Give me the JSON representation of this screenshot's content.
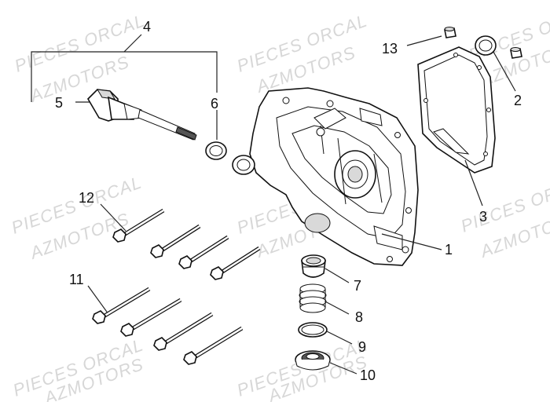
{
  "watermarks": [
    {
      "text": "PIECES ORCAL"
    },
    {
      "text": "AZMOTORS"
    },
    {
      "text": "PIECES ORCAL"
    },
    {
      "text": "AZMOTORS"
    },
    {
      "text": "PIECES ORCAL"
    },
    {
      "text": "AZMOTORS"
    },
    {
      "text": "PIECES ORCAL"
    },
    {
      "text": "AZMOTORS"
    },
    {
      "text": "PIECES ORCAL"
    },
    {
      "text": "AZMOTORS"
    },
    {
      "text": "PIECES ORCAL"
    },
    {
      "text": "AZMOTORS"
    },
    {
      "text": "PIECES ORCAL"
    },
    {
      "text": "AZMOTORS"
    },
    {
      "text": "PIECES ORCAL"
    },
    {
      "text": "AZMOTORS"
    }
  ],
  "callouts": [
    {
      "id": "1",
      "label": "1"
    },
    {
      "id": "2",
      "label": "2"
    },
    {
      "id": "3",
      "label": "3"
    },
    {
      "id": "4",
      "label": "4"
    },
    {
      "id": "5",
      "label": "5"
    },
    {
      "id": "6",
      "label": "6"
    },
    {
      "id": "7",
      "label": "7"
    },
    {
      "id": "8",
      "label": "8"
    },
    {
      "id": "9",
      "label": "9"
    },
    {
      "id": "10",
      "label": "10"
    },
    {
      "id": "11",
      "label": "11"
    },
    {
      "id": "12",
      "label": "12"
    },
    {
      "id": "13",
      "label": "13"
    }
  ]
}
